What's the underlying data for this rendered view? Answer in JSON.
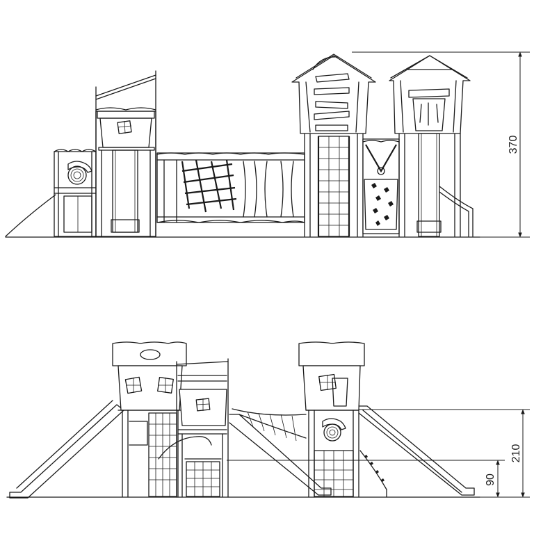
{
  "dimensions": {
    "overall_height_front": "370",
    "platform_height_side": "210",
    "low_platform_height_side": "90"
  },
  "colors": {
    "line": "#1a1a1a",
    "background": "#ffffff"
  }
}
